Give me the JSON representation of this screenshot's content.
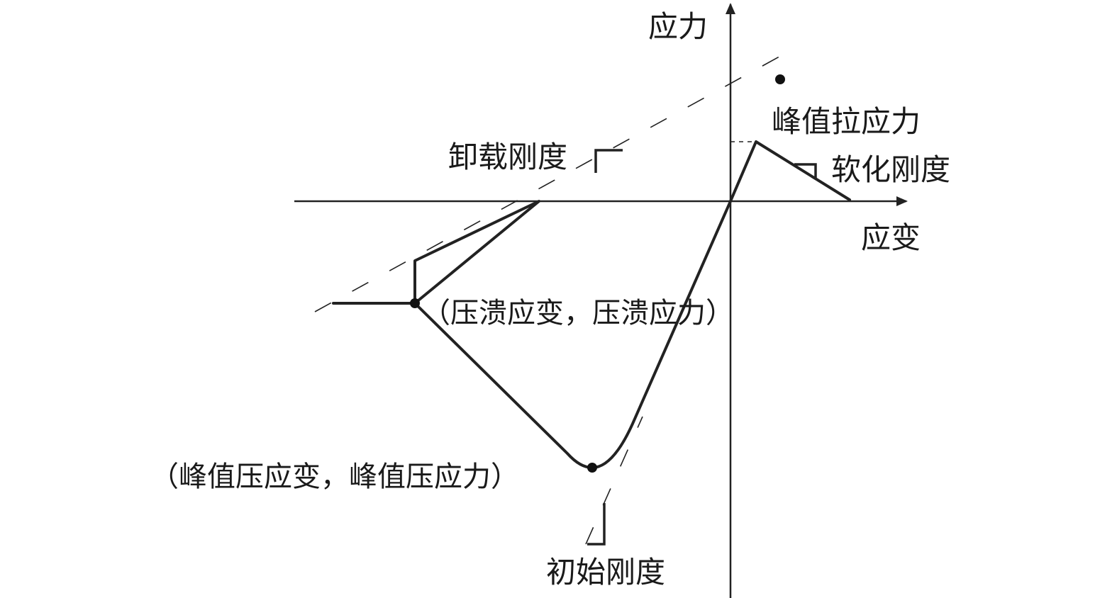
{
  "axes": {
    "x_label": "应变",
    "y_label": "应力"
  },
  "labels": {
    "peak_tensile_stress": "峰值拉应力",
    "softening_stiffness": "软化刚度",
    "unloading_stiffness": "卸载刚度",
    "crush_point": "（压溃应变，压溃应力）",
    "peak_compression_point": "（峰值压应变，峰值压应力）",
    "initial_stiffness": "初始刚度"
  },
  "colors": {
    "line": "#222222",
    "background": "#ffffff"
  }
}
